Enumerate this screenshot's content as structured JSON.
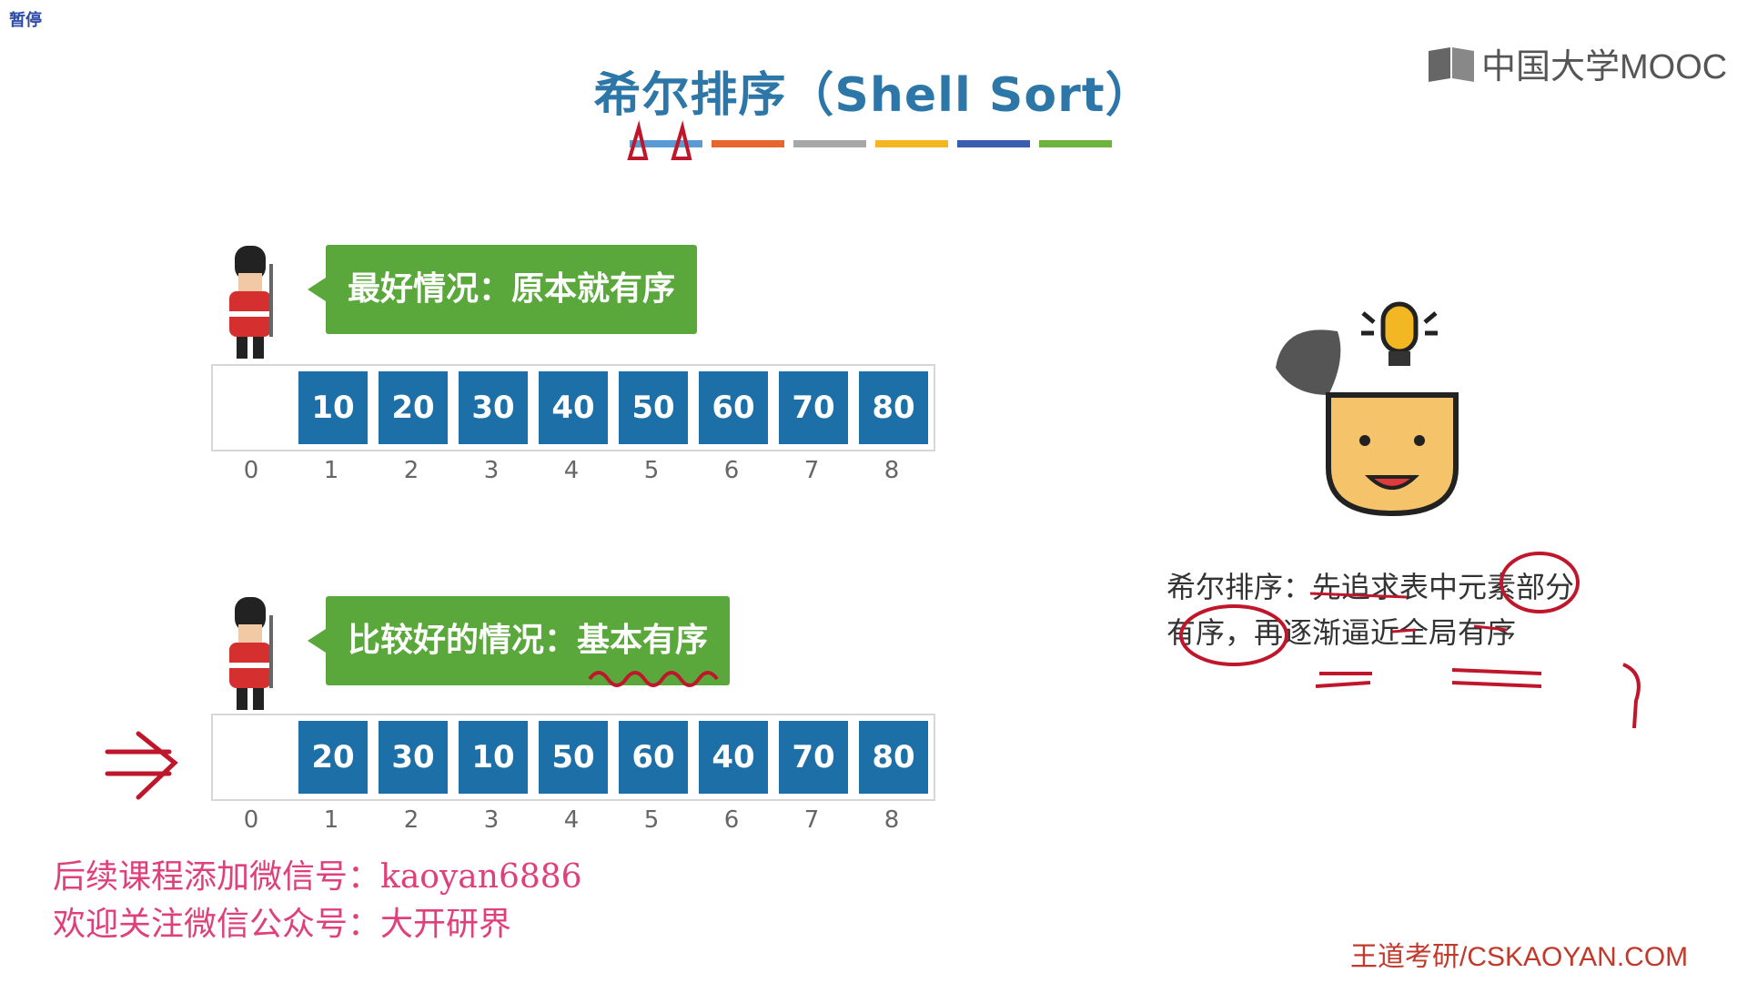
{
  "status": {
    "paused_label": "暂停"
  },
  "slide": {
    "title": "希尔排序（Shell Sort）",
    "logo_text": "中国大学MOOC",
    "accent_colors": [
      "#5b9bd5",
      "#e8662d",
      "#a7a7a7",
      "#f2b722",
      "#3a5fb0",
      "#6cb33f"
    ],
    "best_case": {
      "label": "最好情况：原本就有序",
      "values": [
        "",
        "10",
        "20",
        "30",
        "40",
        "50",
        "60",
        "70",
        "80"
      ],
      "indices": [
        "0",
        "1",
        "2",
        "3",
        "4",
        "5",
        "6",
        "7",
        "8"
      ]
    },
    "good_case": {
      "label": "比较好的情况：基本有序",
      "values": [
        "",
        "20",
        "30",
        "10",
        "50",
        "60",
        "40",
        "70",
        "80"
      ],
      "indices": [
        "0",
        "1",
        "2",
        "3",
        "4",
        "5",
        "6",
        "7",
        "8"
      ]
    },
    "note_line1": "希尔排序：先追求表中元素部分",
    "note_line2": "有序，再逐渐逼近全局有序",
    "wechat_line1": "后续课程添加微信号：kaoyan6886",
    "wechat_line2": "欢迎关注微信公众号：大开研界",
    "footer": "王道考研/CSKAOYAN.COM"
  }
}
